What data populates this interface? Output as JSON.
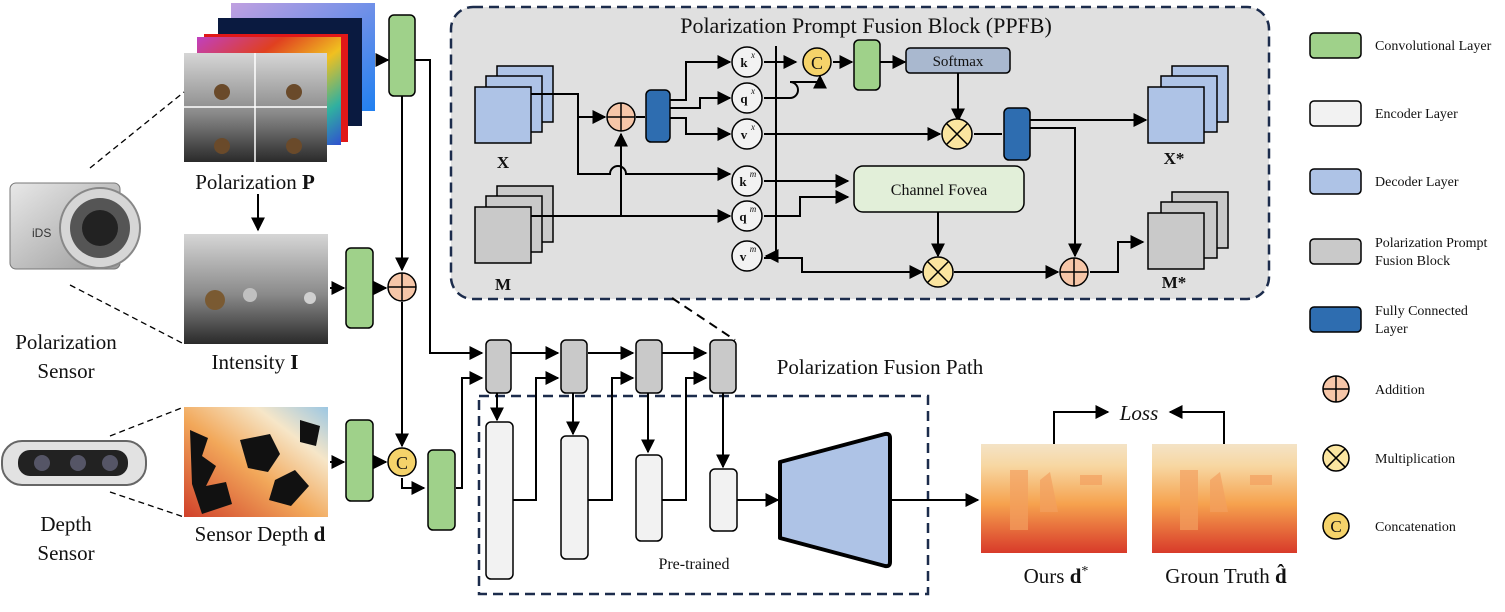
{
  "ppfb": {
    "title": "Polarization Prompt Fusion Block (PPFB)",
    "input_x": "X",
    "input_m": "M",
    "output_x": "X*",
    "output_m": "M*",
    "softmax": "Softmax",
    "channel_fovea": "Channel Fovea",
    "concat_symbol": "C",
    "kx": "k",
    "qx": "q",
    "vx": "v",
    "km": "k",
    "qm": "q",
    "vm": "v",
    "sup_x": "x",
    "sup_m": "m"
  },
  "inputs": {
    "polarization_prefix": "Polarization ",
    "polarization_var": "P",
    "intensity_prefix": "Intensity ",
    "intensity_var": "I",
    "depth_prefix": "Sensor Depth ",
    "depth_var": "d",
    "polarization_sensor_1": "Polarization",
    "polarization_sensor_2": "Sensor",
    "depth_sensor_1": "Depth",
    "depth_sensor_2": "Sensor",
    "camera_brand": "iDS"
  },
  "pipeline": {
    "fusion_path": "Polarization Fusion Path",
    "pretrained": "Pre-trained",
    "concat_symbol": "C",
    "loss": "Loss",
    "ours_prefix": "Ours ",
    "ours_var": "d",
    "ours_sup": "*",
    "gt_prefix": "Groun Truth ",
    "gt_var": "d̂"
  },
  "legend": [
    {
      "label1": "Convolutional Layer",
      "label2": "",
      "kind": "rect",
      "color": "#9fd18a"
    },
    {
      "label1": "Encoder Layer",
      "label2": "",
      "kind": "rect",
      "color": "#f2f2f2"
    },
    {
      "label1": "Decoder Layer",
      "label2": "",
      "kind": "rect",
      "color": "#aec3e6"
    },
    {
      "label1": "Polarization Prompt",
      "label2": "Fusion Block",
      "kind": "rect",
      "color": "#c9c9c9"
    },
    {
      "label1": "Fully Connected",
      "label2": "Layer",
      "kind": "rect",
      "color": "#2e6db0"
    },
    {
      "label1": "Addition",
      "label2": "",
      "kind": "add",
      "color": "#f6c6a8"
    },
    {
      "label1": "Multiplication",
      "label2": "",
      "kind": "mul",
      "color": "#fbe5a0"
    },
    {
      "label1": "Concatenation",
      "label2": "",
      "kind": "concat",
      "color": "#f5d36a",
      "symbol": "C"
    }
  ],
  "colors": {
    "conv": "#9fd18a",
    "encoder": "#f2f2f2",
    "decoder": "#aec3e6",
    "ppfb_gray": "#c9c9c9",
    "fc": "#2e6db0",
    "add": "#f6c6a8",
    "mul": "#fbe5a0",
    "concat": "#f5d36a",
    "ppfb_bg": "#e0e0e0",
    "border": "#1c2c4c"
  }
}
